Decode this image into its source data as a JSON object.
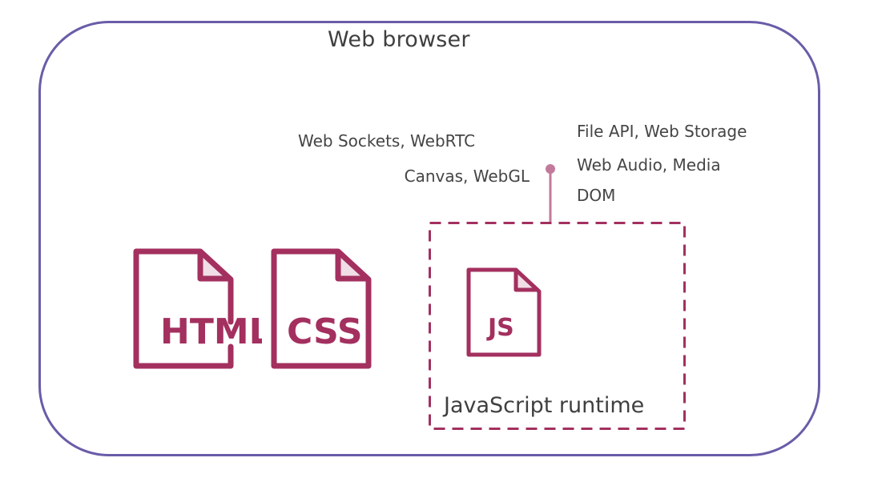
{
  "diagram": {
    "title": "Web browser",
    "colors": {
      "frame": "#6a5ca8",
      "accent": "#a3305f",
      "accent_light": "#f0dde6",
      "connector": "#c27a9b",
      "text": "#404040"
    },
    "api_labels_left": {
      "sockets": "Web Sockets, WebRTC",
      "canvas": "Canvas, WebGL"
    },
    "api_labels_right": {
      "file": "File API, Web Storage",
      "audio": "Web Audio, Media",
      "dom": "DOM"
    },
    "files": {
      "html": "HTML",
      "css": "CSS",
      "js": "JS"
    },
    "runtime": {
      "label": "JavaScript runtime"
    }
  }
}
